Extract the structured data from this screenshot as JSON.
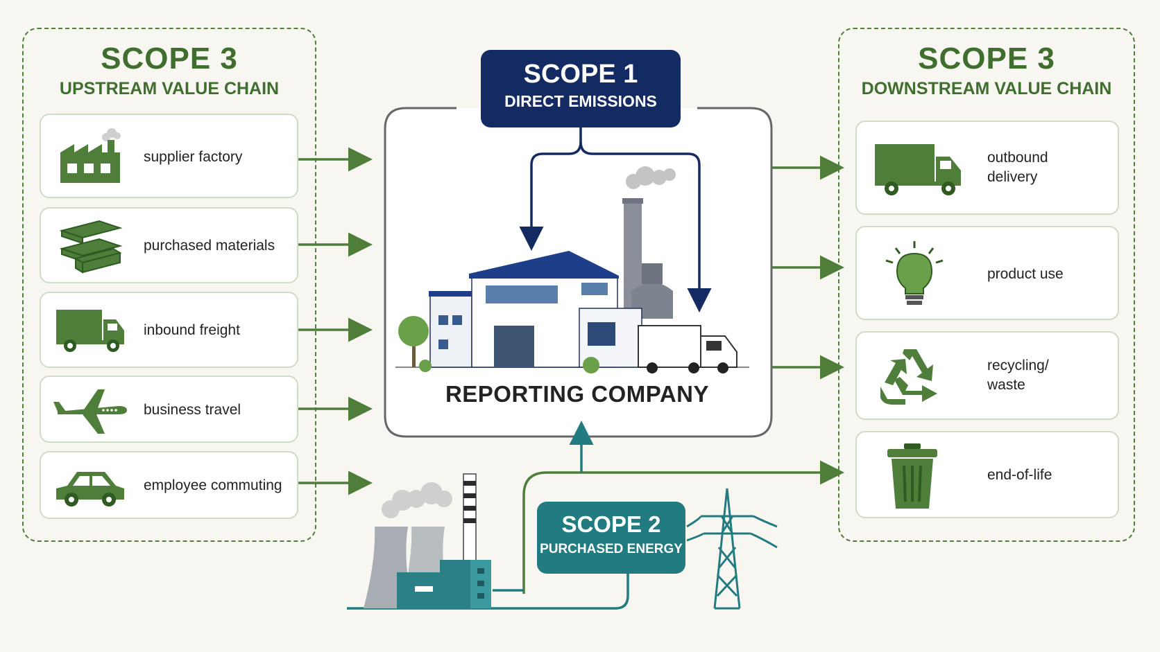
{
  "scope3_upstream": {
    "title": "SCOPE 3",
    "subtitle": "UPSTREAM VALUE CHAIN",
    "items": [
      {
        "label": "supplier factory",
        "icon": "factory-icon"
      },
      {
        "label": "purchased materials",
        "icon": "steel-beams-icon"
      },
      {
        "label": "inbound freight",
        "icon": "truck-icon"
      },
      {
        "label": "business travel",
        "icon": "airplane-icon"
      },
      {
        "label": "employee commuting",
        "icon": "car-icon"
      }
    ]
  },
  "scope3_downstream": {
    "title": "SCOPE 3",
    "subtitle": "DOWNSTREAM VALUE CHAIN",
    "items": [
      {
        "label": "outbound\ndelivery",
        "icon": "truck-icon"
      },
      {
        "label": "product use",
        "icon": "lightbulb-icon"
      },
      {
        "label": "recycling/\nwaste",
        "icon": "recycle-icon"
      },
      {
        "label": "end-of-life",
        "icon": "trash-bin-icon"
      }
    ]
  },
  "scope1": {
    "title": "SCOPE 1",
    "subtitle": "DIRECT EMISSIONS"
  },
  "scope2": {
    "title": "SCOPE 2",
    "subtitle": "PURCHASED ENERGY"
  },
  "reporting_company": {
    "label": "REPORTING COMPANY"
  },
  "colors": {
    "scope3_green": "#4e7e3a",
    "scope1_navy": "#132a63",
    "scope2_teal": "#217b80",
    "frame_gray": "#666666"
  }
}
